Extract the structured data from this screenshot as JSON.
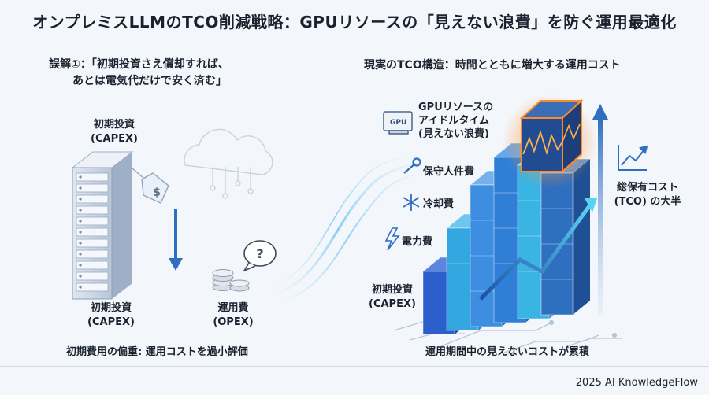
{
  "title": "オンプレミスLLMのTCO削減戦略：GPUリソースの「見えない浪費」を防ぐ運用最適化",
  "left": {
    "misconception": [
      "誤解①：「初期投資さえ償却すれば、",
      "あとは電気代だけで安く済む」"
    ],
    "capex_top": [
      "初期投資",
      "(CAPEX)"
    ],
    "capex_bottom": [
      "初期投資",
      "(CAPEX)"
    ],
    "opex": [
      "運用費",
      "(OPEX)"
    ],
    "bottom_caption": "初期費用の偏重: 運用コストを過小評価"
  },
  "right": {
    "title": "現実のTCO構造：時間とともに増大する運用コスト",
    "gpu_idle": [
      "GPUリソースの",
      "アイドルタイム",
      "(見えない浪費)"
    ],
    "staff": "保守人件費",
    "cooling": "冷却費",
    "power": "電力費",
    "capex": [
      "初期投資",
      "(CAPEX)"
    ],
    "tco": [
      "総保有コスト",
      "(TCO) の大半"
    ],
    "bottom_caption": "運用期間中の見えないコストが累積"
  },
  "footer": "2025 AI KnowledgeFlow",
  "icons": {
    "server": "server-rack-icon",
    "price_tag": "dollar-tag-icon",
    "cloud": "cloud-circuit-icon",
    "arrow_down": "arrow-down-icon",
    "question": "question-bubble-icon",
    "coins": "coins-icon",
    "gpu": "gpu-card-icon",
    "wrench": "wrench-icon",
    "snowflake": "snowflake-icon",
    "lightning": "lightning-icon",
    "trend": "trend-chart-icon",
    "big_arrow": "arrow-up-icon"
  },
  "colors": {
    "accent_blue": "#2f6fc0",
    "bar_dark": "#2a5fcc",
    "bar_light": "#3ec4e6",
    "glow_orange": "#ff8a2a"
  }
}
